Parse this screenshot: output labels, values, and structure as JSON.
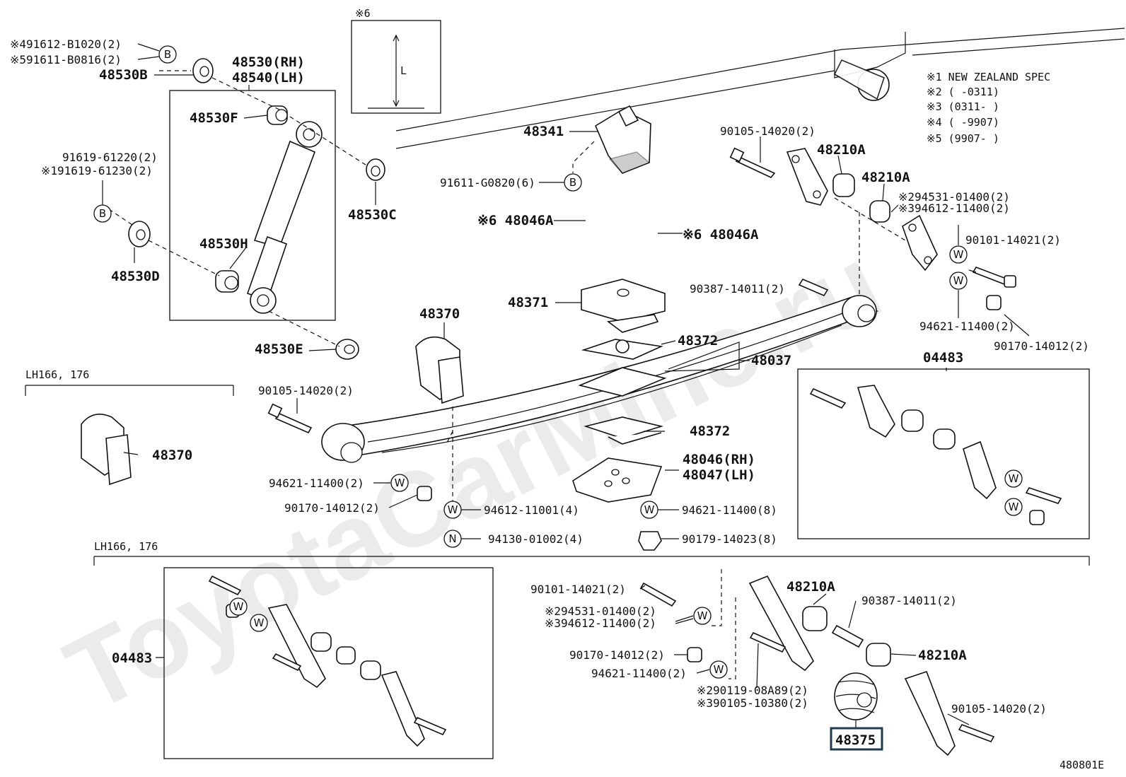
{
  "watermark": "ToyotaCarMine.ru",
  "figure_code": "480801E",
  "notes": [
    "※1 NEW ZEALAND SPEC",
    "※2 (        -0311)",
    "※3 (0311-        )",
    "※4 (        -9907)",
    "※5 (9907-        )"
  ],
  "inset_6": {
    "title": "※6",
    "dim": "L"
  },
  "symbols": {
    "b": "B",
    "w": "W",
    "n": "N"
  },
  "section_labels": {
    "lh_top": "LH166, 176",
    "lh_bottom": "LH166, 176"
  },
  "parts": {
    "p491612": "※491612-B1020(2)",
    "p591611": "※591611-B0816(2)",
    "p48530B": "48530B",
    "p48530rh": "48530(RH)",
    "p48540lh": "48540(LH)",
    "p48530F": "48530F",
    "p48530C": "48530C",
    "p91619a": "91619-61220(2)",
    "p91619b": "※191619-61230(2)",
    "p48530D": "48530D",
    "p48530H": "48530H",
    "p48530E": "48530E",
    "p48341": "48341",
    "p91611": "91611-G0820(6)",
    "p48046A_l": "※6 48046A",
    "p48046A_r": "※6 48046A",
    "p48371": "48371",
    "p48372a": "48372",
    "p48037": "48037",
    "p48370": "48370",
    "p48370lh": "48370",
    "p90105a": "90105-14020(2)",
    "p48372b": "48372",
    "p48046rh": "48046(RH)",
    "p48047lh": "48047(LH)",
    "p94621a": "94621-11400(2)",
    "p90170a": "90170-14012(2)",
    "p94612": "94612-11001(4)",
    "p94621b": "94621-11400(8)",
    "p94130": "94130-01002(4)",
    "p90179": "90179-14023(8)",
    "p90105b": "90105-14020(2)",
    "p48210A1": "48210A",
    "p48210A2": "48210A",
    "p94531a": "※294531-01400(2)",
    "p94612b": "※394612-11400(2)",
    "p90101a": "90101-14021(2)",
    "p90387a": "90387-14011(2)",
    "p94621c": "94621-11400(2)",
    "p90170b": "90170-14012(2)",
    "p04483a": "04483",
    "p04483b": "04483",
    "p90101b": "90101-14021(2)",
    "p48210A3": "48210A",
    "p90387b": "90387-14011(2)",
    "p94531b": "※294531-01400(2)",
    "p94612c": "※394612-11400(2)",
    "p90170c": "90170-14012(2)",
    "p48210A4": "48210A",
    "p94621d": "94621-11400(2)",
    "p90119": "※290119-08A89(2)",
    "p90105c": "※390105-10380(2)",
    "p90105d": "90105-14020(2)",
    "p48375": "48375"
  }
}
